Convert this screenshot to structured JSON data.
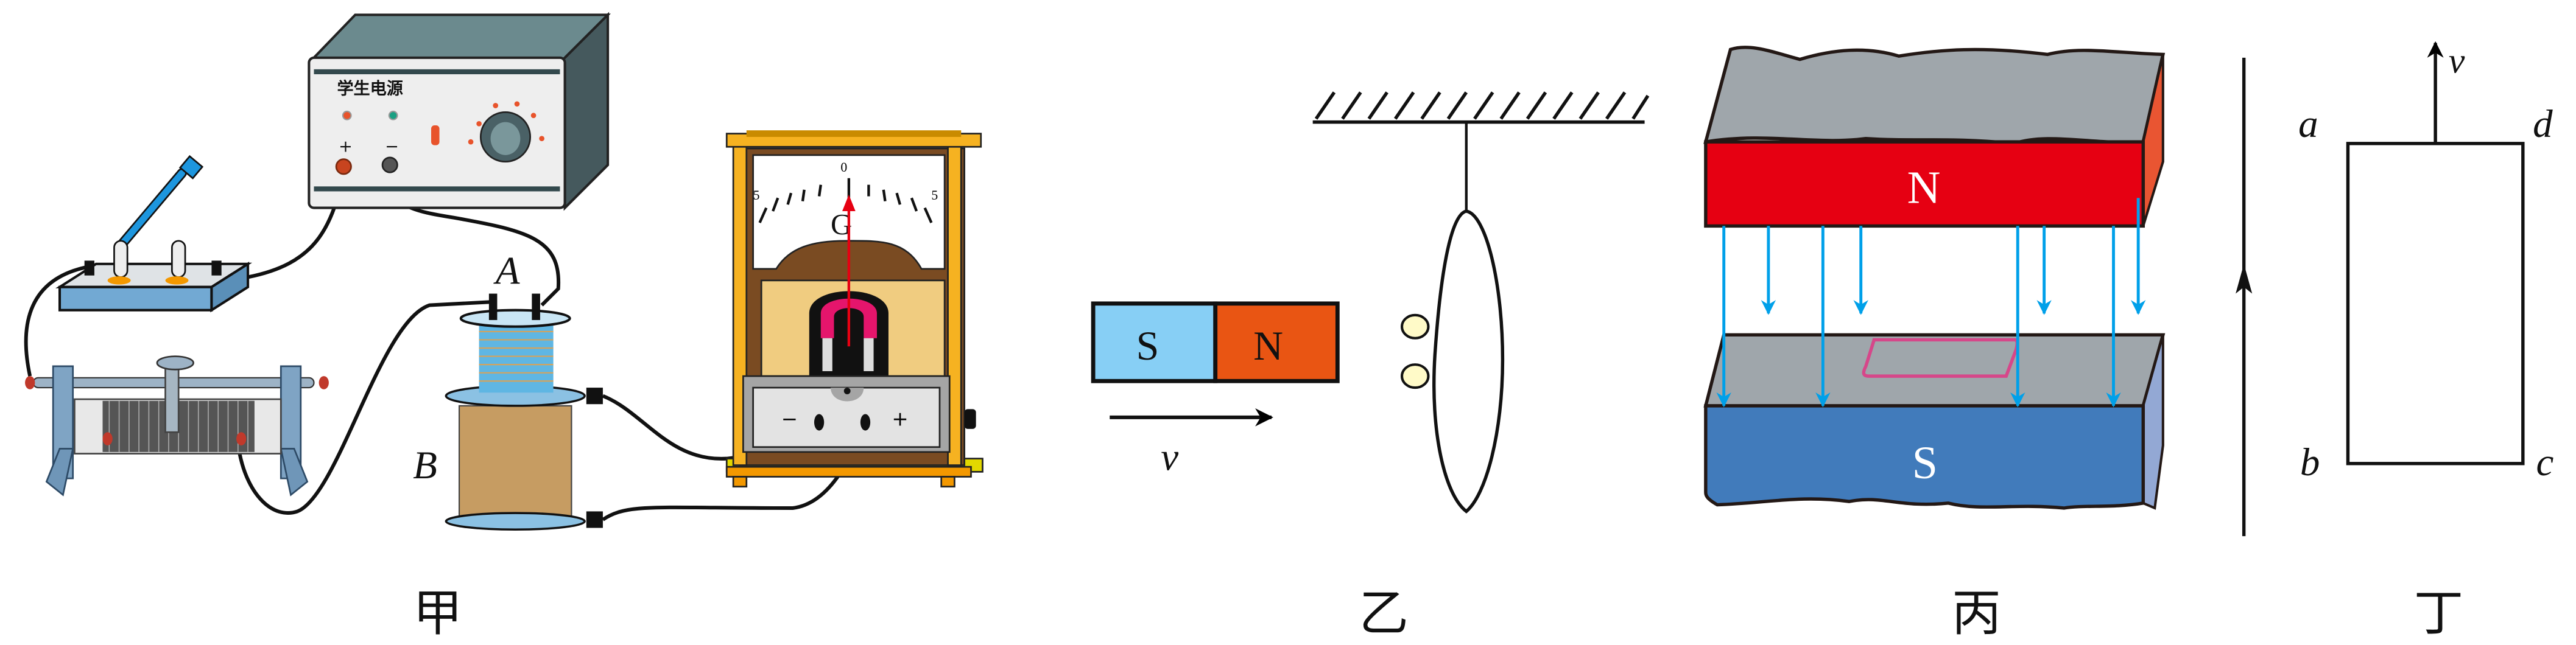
{
  "figure_a": {
    "caption": "甲",
    "power_supply": {
      "title": "学生电源",
      "plus": "+",
      "minus": "−"
    },
    "coil_labels": {
      "inner": "A",
      "outer": "B"
    },
    "galvanometer": {
      "scale_left": "5",
      "scale_zero": "0",
      "scale_right": "5",
      "symbol": "G",
      "terminal_minus": "−",
      "terminal_plus": "+"
    }
  },
  "figure_b": {
    "caption": "乙",
    "magnet": {
      "left_pole": "S",
      "right_pole": "N"
    },
    "velocity": "v"
  },
  "figure_c": {
    "caption": "丙",
    "upper_pole": "N",
    "lower_pole": "S"
  },
  "figure_d": {
    "caption": "丁",
    "velocity": "v",
    "corners": {
      "a": "a",
      "b": "b",
      "c": "c",
      "d": "d"
    }
  },
  "colors": {
    "north_red": "#e60012",
    "south_blue": "#417bbb",
    "field_line": "#00a0e9",
    "bar_south": "#87cff5",
    "bar_north": "#e95513"
  }
}
